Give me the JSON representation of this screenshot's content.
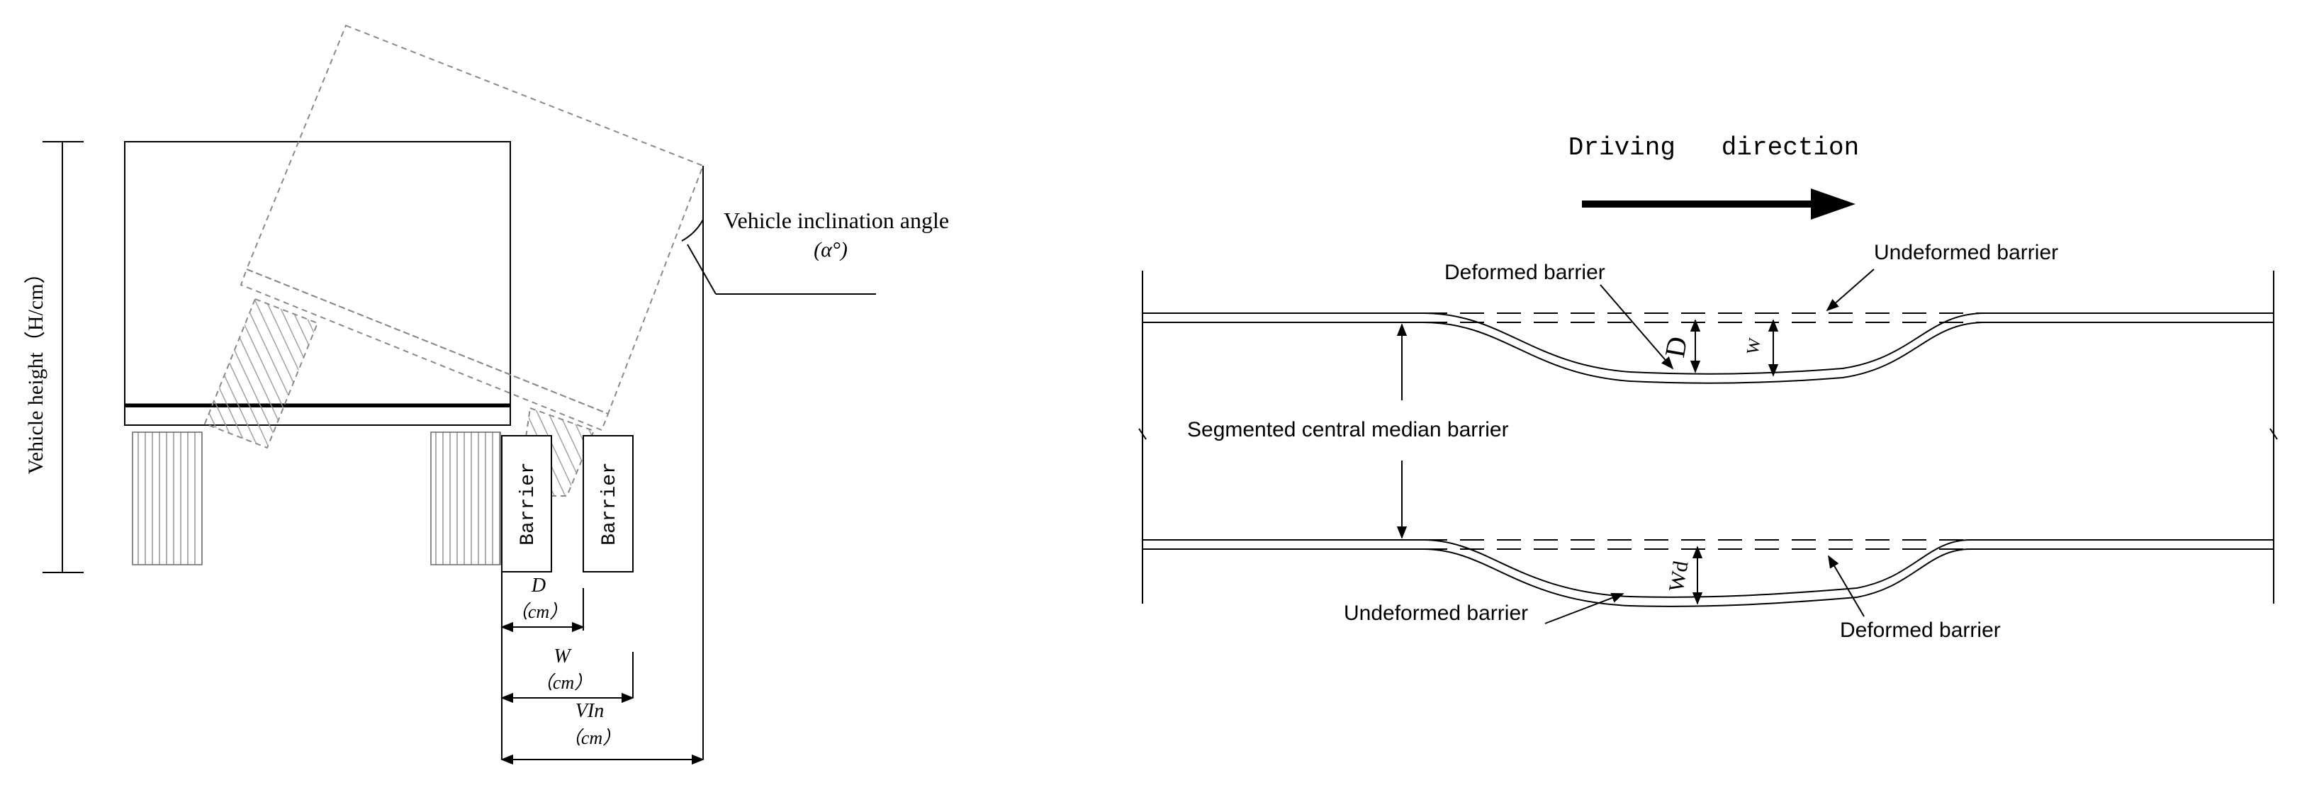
{
  "left_diagram": {
    "vehicle_height_label": "Vehicle height（H/cm）",
    "angle_label_line1": "Vehicle inclination angle",
    "angle_label_line2": "(α°)",
    "barrier_inner_label": "Barrier",
    "barrier_outer_label": "Barrier",
    "d_label": "D",
    "d_unit": "（cm）",
    "w_label": "W",
    "w_unit": "（cm）",
    "vin_label": "VIn",
    "vin_unit": "（cm）"
  },
  "right_diagram": {
    "driving_direction_label": "Driving   direction",
    "deformed_barrier_top": "Deformed barrier",
    "undeformed_barrier_top": "Undeformed barrier",
    "segmented_median_label": "Segmented central median barrier",
    "undeformed_barrier_bottom": "Undeformed barrier",
    "deformed_barrier_bottom": "Deformed barrier",
    "d_mark": "D",
    "w_mark": "W",
    "wd_mark": "Wd"
  },
  "colors": {
    "line": "#000000",
    "dashed": "#8a8a8a",
    "hatch": "#777777",
    "background": "#ffffff"
  }
}
